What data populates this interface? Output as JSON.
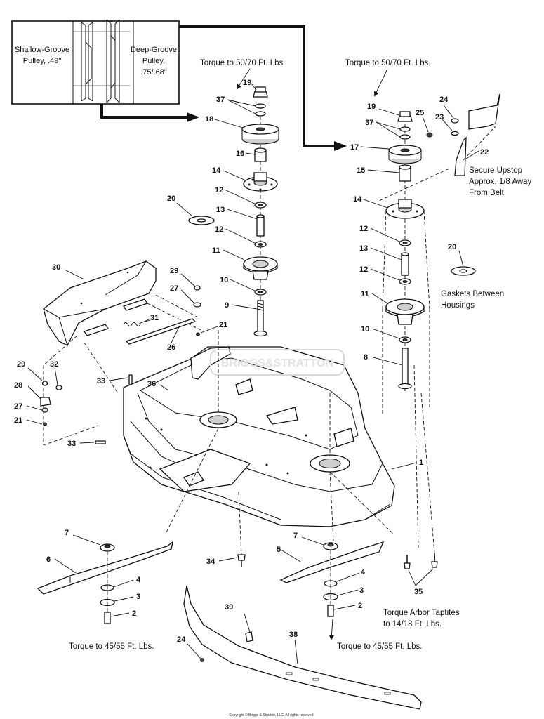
{
  "inset": {
    "shallow_label_1": "Shallow-Groove",
    "shallow_label_2": "Pulley, .49\"",
    "deep_label_1": "Deep-Groove",
    "deep_label_2": "Pulley,",
    "deep_label_3": ".75/.68\""
  },
  "notes": {
    "torque_pulley_left": "Torque to 50/70 Ft. Lbs.",
    "torque_pulley_right": "Torque to 50/70 Ft. Lbs.",
    "upstop_1": "Secure Upstop",
    "upstop_2": "Approx. 1/8 Away",
    "upstop_3": "From Belt",
    "gaskets_1": "Gaskets Between",
    "gaskets_2": "Housings",
    "blade_torque_left": "Torque to 45/55 Ft. Lbs.",
    "blade_torque_right": "Torque to 45/55 Ft. Lbs.",
    "taptite_1": "Torque Arbor Taptites",
    "taptite_2": "to 14/18 Ft. Lbs.",
    "watermark": "BRIGGS&STRATTON",
    "copyright": "Copyright © Briggs & Stratton, LLC. All rights reserved."
  },
  "callouts": {
    "c19a": "19",
    "c37a": "37",
    "c18": "18",
    "c16": "16",
    "c14a": "14",
    "c12a": "12",
    "c13a": "13",
    "c12b": "12",
    "c11a": "11",
    "c10a": "10",
    "c9": "9",
    "c20a": "20",
    "c19b": "19",
    "c37b": "37",
    "c17": "17",
    "c15": "15",
    "c14b": "14",
    "c12c": "12",
    "c13b": "13",
    "c12d": "12",
    "c11b": "11",
    "c10b": "10",
    "c8": "8",
    "c25": "25",
    "c24a": "24",
    "c23": "23",
    "c22": "22",
    "c20b": "20",
    "c30": "30",
    "c29a": "29",
    "c27a": "27",
    "c21a": "21",
    "c31": "31",
    "c26": "26",
    "c29b": "29",
    "c32": "32",
    "c28": "28",
    "c27b": "27",
    "c21b": "21",
    "c33a": "33",
    "c33b": "33",
    "c36": "36",
    "c1": "1",
    "c7a": "7",
    "c6": "6",
    "c4a": "4",
    "c3a": "3",
    "c2a": "2",
    "c34": "34",
    "c7b": "7",
    "c5": "5",
    "c4b": "4",
    "c3b": "3",
    "c2b": "2",
    "c35": "35",
    "c39": "39",
    "c38": "38",
    "c24b": "24"
  },
  "colors": {
    "ink": "#111111",
    "paper": "#ffffff",
    "shade": "#cfcfcf"
  }
}
